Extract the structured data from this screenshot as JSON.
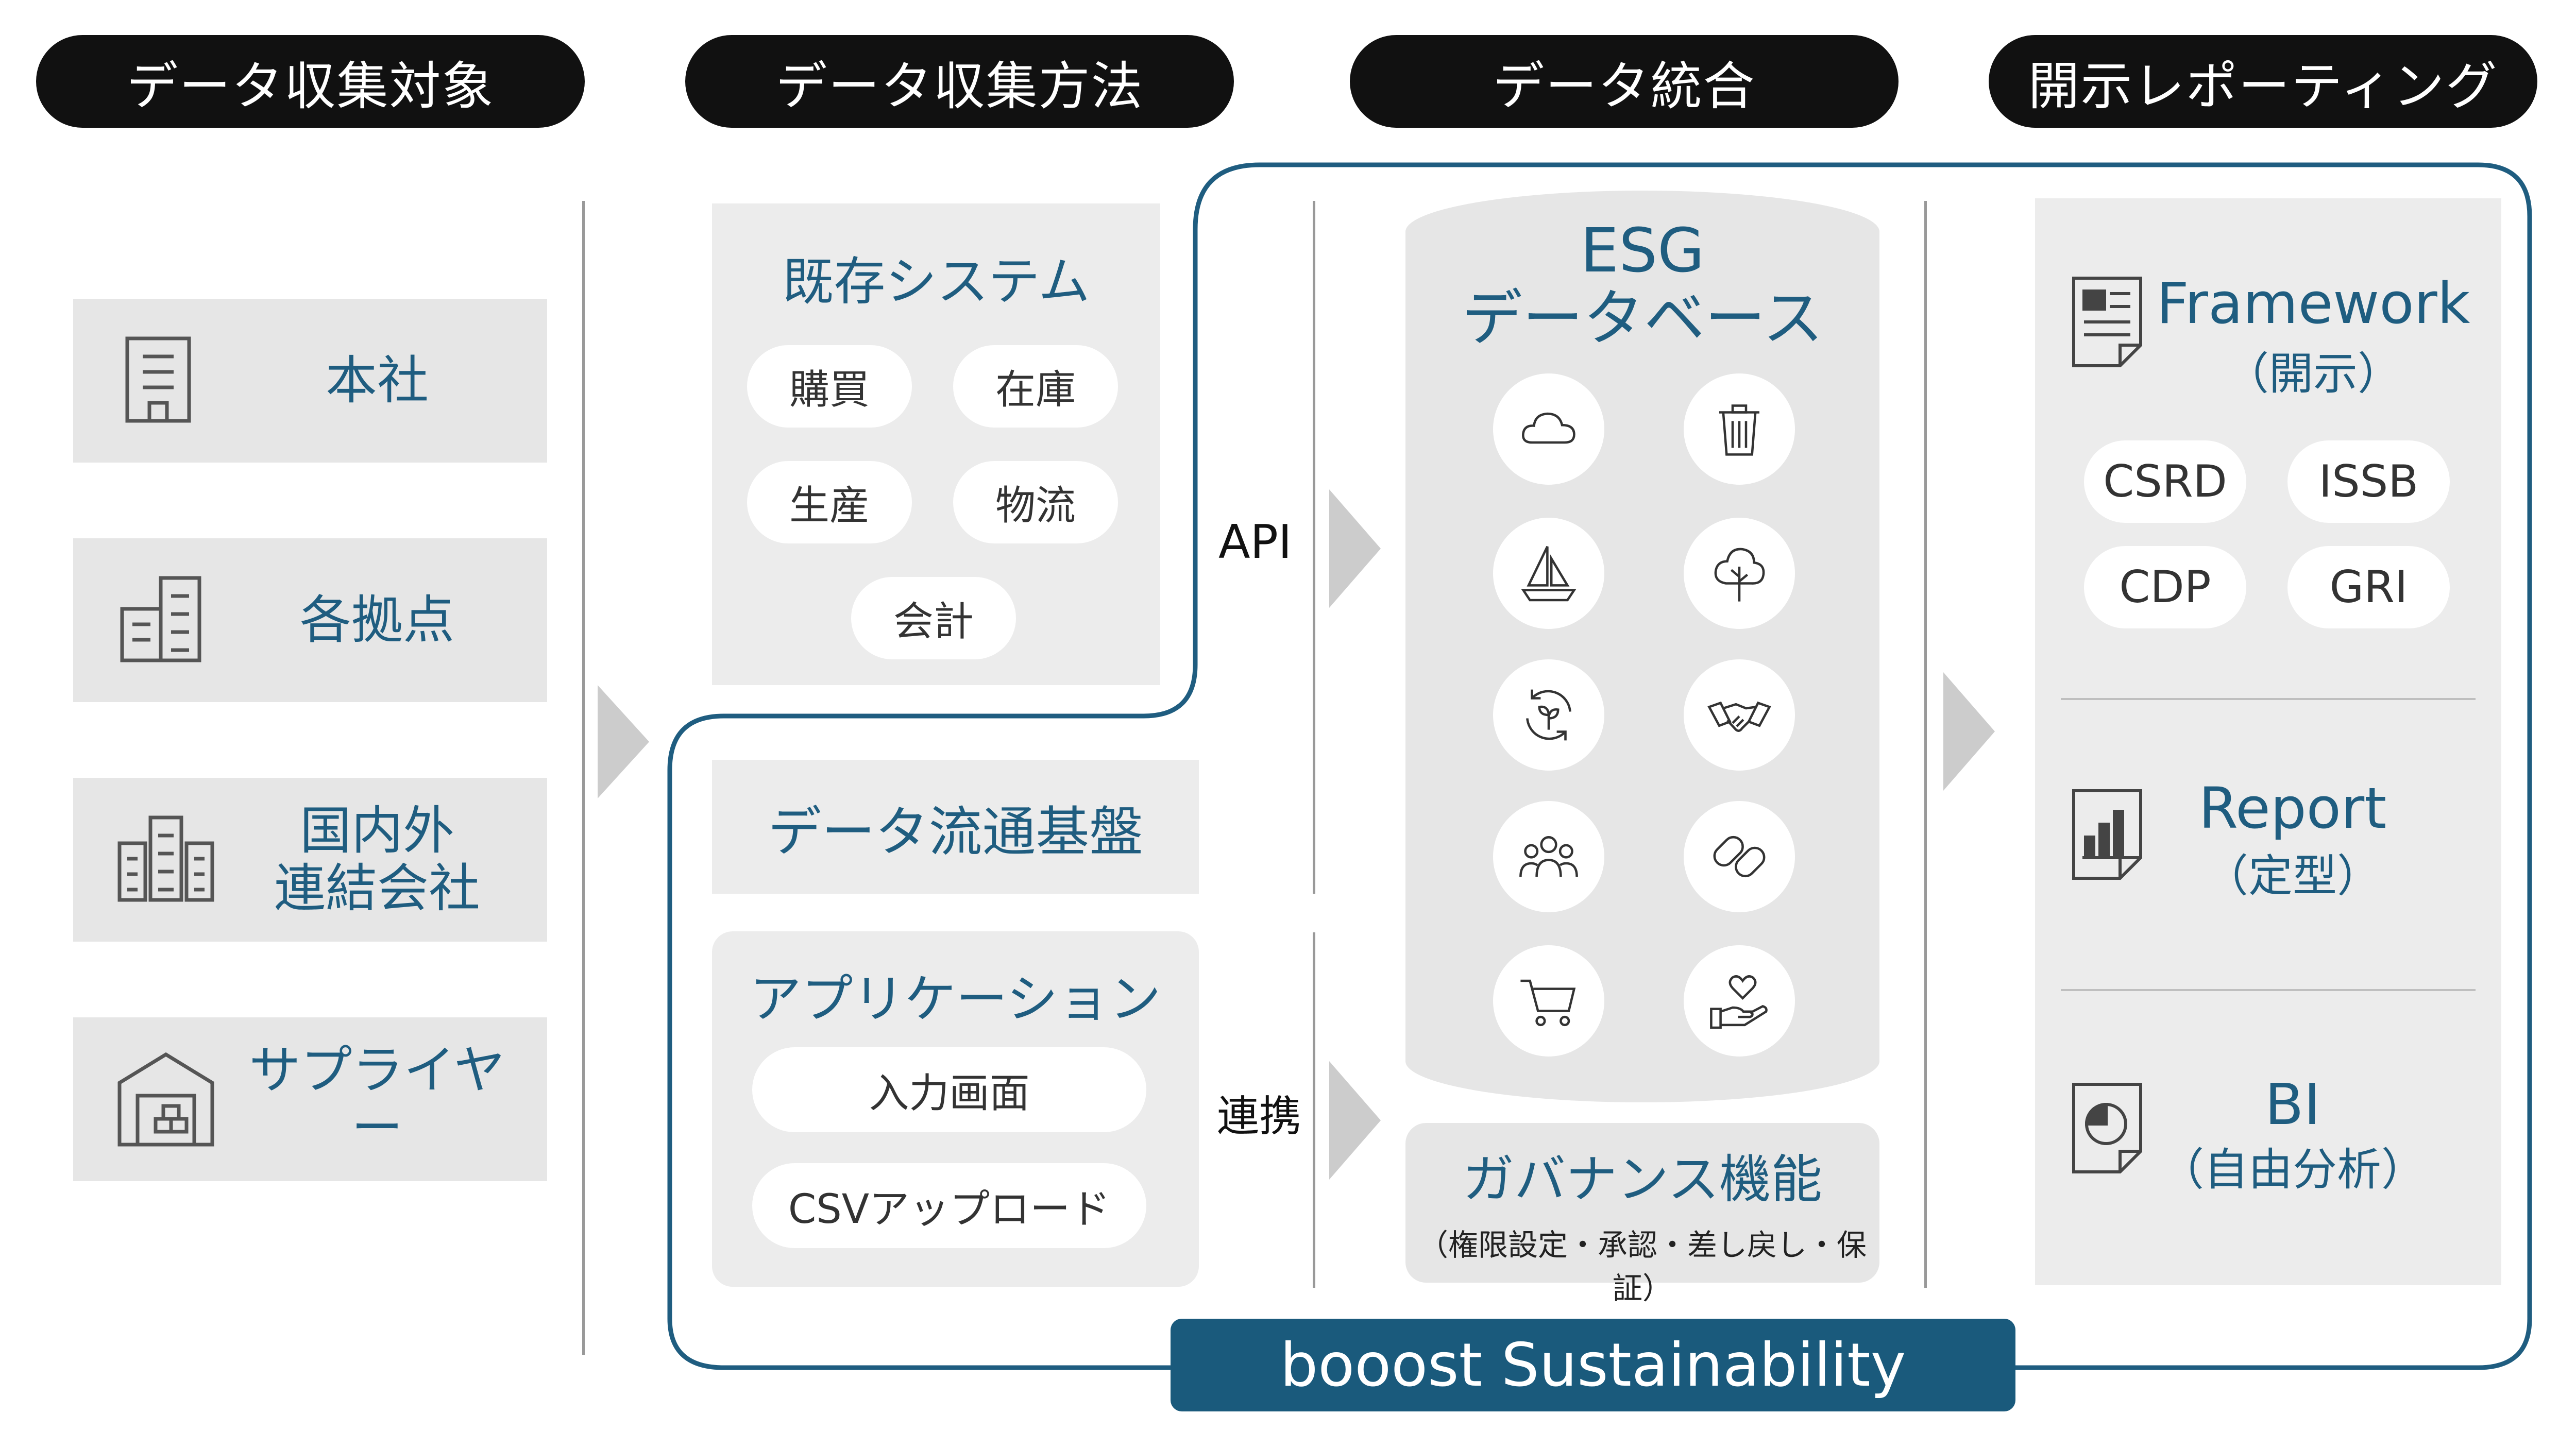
{
  "headers": [
    "データ収集対象",
    "データ収集方法",
    "データ統合",
    "開示レポーティング"
  ],
  "sources": [
    "本社",
    "各拠点",
    "国内外\n連結会社",
    "サプライヤー"
  ],
  "existing_systems": {
    "title": "既存システム",
    "chips": [
      "購買",
      "在庫",
      "生産",
      "物流",
      "会計"
    ]
  },
  "data_platform": "データ流通基盤",
  "application": {
    "title": "アプリケーション",
    "chips": [
      "入力画面",
      "CSVアップロード"
    ]
  },
  "connectors": {
    "api": "API",
    "link": "連携"
  },
  "esg_db": {
    "title_line1": "ESG",
    "title_line2": "データベース",
    "icons": [
      "cloud-icon",
      "trash-icon",
      "sailboat-icon",
      "tree-icon",
      "recycle-sprout-icon",
      "handshake-icon",
      "people-icon",
      "link-icon",
      "cart-icon",
      "heart-hand-icon"
    ]
  },
  "governance": {
    "title": "ガバナンス機能",
    "subtitle": "（権限設定・承認・差し戻し・保証）"
  },
  "reporting": {
    "framework_title": "Framework",
    "framework_sub": "（開示）",
    "framework_chips": [
      "CSRD",
      "ISSB",
      "CDP",
      "GRI"
    ],
    "report_title": "Report",
    "report_sub": "（定型）",
    "bi_title": "BI",
    "bi_sub": "（自由分析）"
  },
  "product_name": "booost Sustainability",
  "colors": {
    "accent": "#1f5d80",
    "header_bg": "#111111",
    "panel": "#e6e6e6",
    "arrow": "#cccccc"
  }
}
